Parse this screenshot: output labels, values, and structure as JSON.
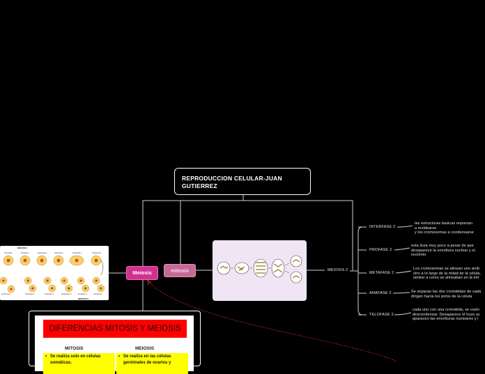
{
  "root": {
    "title": "REPRODUCCION CELULAR-JUAN GUTIERREZ"
  },
  "nodes": {
    "meiosis": "Meiosis",
    "mitosis": "mitosis",
    "meiosis2": "MEIOSIS 2"
  },
  "phases": [
    {
      "name": "INTERFASE 2",
      "desc": "las estructuras basicas enpiezan\na moldearse\ny los cromosomas a condensarse"
    },
    {
      "name": "PROFASE 2",
      "desc": "esta dura muy poco a pesar de que\ndesaparece la envoltura nuclear y el\nnucléolo"
    },
    {
      "name": "METAFASE 2",
      "desc": "Los cromosomas se alinean uno arrib\notro a lo largo de la mitad de la célula,\nsimilar a como se alineaban en la mit"
    },
    {
      "name": "ANAFASE 2",
      "desc": "Se separan las dos cromátidas de cada\ndirigen hacia los polos de la célula"
    },
    {
      "name": "TELOFASE 2",
      "desc": "cada uno con una cromátida, se vuelv\ndescondensar. Desaparece el huso ac\naparacen las envolturas nucleares y l"
    }
  ],
  "meiosis_image": {
    "title": "MEIOSIS I",
    "footer": "MEIOSIS II",
    "stages_top": [
      "Interphase",
      "Prophase I",
      "Metaphase I",
      "Anaphase I",
      "Telophase I",
      "Cytokinesis"
    ],
    "stages_bottom": [
      "Cytokinesis",
      "Telophase II",
      "Anaphase II",
      "Metaphase II",
      "Prophase II",
      "Interkinesis"
    ]
  },
  "comparison_table": {
    "title": "DIFERENCIAS MITOSIS Y MEIOSIS",
    "col_mitosis": "MITOSIS",
    "col_meiosis": "MEIOSIS",
    "cell_mitosis": "Se realiza solo en células somáticas.",
    "cell_meiosis": "Se realiza en las células germinales de ovarios y"
  },
  "colors": {
    "background": "#000000",
    "meiosis_node": "#d0338f",
    "mitosis_node": "#c56a98",
    "table_title_bg": "#ff0000",
    "table_cell_bg": "#ffff00",
    "dashed_link": "#e0284a"
  }
}
